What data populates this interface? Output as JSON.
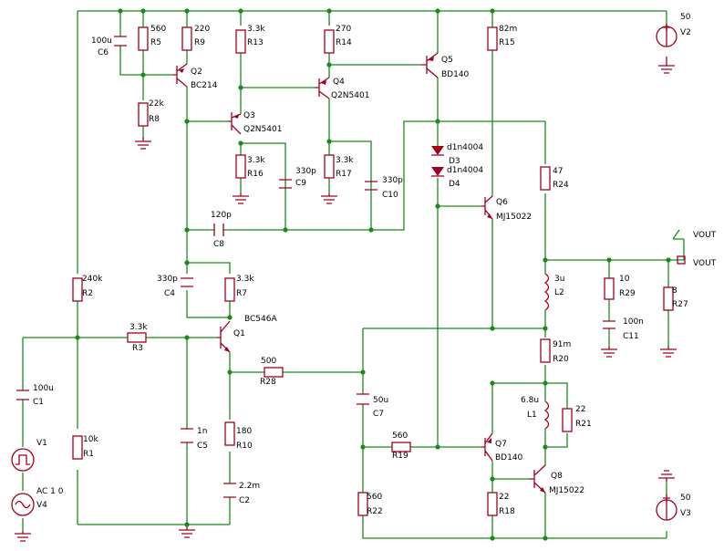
{
  "components": {
    "R1": {
      "ref": "R1",
      "value": "10k"
    },
    "R2": {
      "ref": "R2",
      "value": "240k"
    },
    "R3": {
      "ref": "R3",
      "value": "3.3k"
    },
    "R5": {
      "ref": "R5",
      "value": "560"
    },
    "R7": {
      "ref": "R7",
      "value": "3.3k"
    },
    "R8": {
      "ref": "R8",
      "value": "22k"
    },
    "R9": {
      "ref": "R9",
      "value": "220"
    },
    "R10": {
      "ref": "R10",
      "value": "180"
    },
    "R13": {
      "ref": "R13",
      "value": "3.3k"
    },
    "R14": {
      "ref": "R14",
      "value": "270"
    },
    "R15": {
      "ref": "R15",
      "value": "82m"
    },
    "R16": {
      "ref": "R16",
      "value": "3.3k"
    },
    "R17": {
      "ref": "R17",
      "value": "3.3k"
    },
    "R18": {
      "ref": "R18",
      "value": "22"
    },
    "R19": {
      "ref": "R19",
      "value": "560"
    },
    "R20": {
      "ref": "R20",
      "value": "91m"
    },
    "R21": {
      "ref": "R21",
      "value": "22"
    },
    "R22": {
      "ref": "R22",
      "value": "560"
    },
    "R24": {
      "ref": "R24",
      "value": "47"
    },
    "R27": {
      "ref": "R27",
      "value": "8"
    },
    "R28": {
      "ref": "R28",
      "value": "500"
    },
    "R29": {
      "ref": "R29",
      "value": "10"
    },
    "C1": {
      "ref": "C1",
      "value": "100u"
    },
    "C2": {
      "ref": "C2",
      "value": "2.2m"
    },
    "C4": {
      "ref": "C4",
      "value": "330p"
    },
    "C5": {
      "ref": "C5",
      "value": "1n"
    },
    "C6": {
      "ref": "C6",
      "value": "100u"
    },
    "C7": {
      "ref": "C7",
      "value": "50u"
    },
    "C8": {
      "ref": "C8",
      "value": "120p"
    },
    "C9": {
      "ref": "C9",
      "value": "330p"
    },
    "C10": {
      "ref": "C10",
      "value": "330p"
    },
    "C11": {
      "ref": "C11",
      "value": "100n"
    },
    "L1": {
      "ref": "L1",
      "value": "6.8u"
    },
    "L2": {
      "ref": "L2",
      "value": "3u"
    },
    "Q1": {
      "ref": "Q1",
      "value": "BC546A"
    },
    "Q2": {
      "ref": "Q2",
      "value": "BC214"
    },
    "Q3": {
      "ref": "Q3",
      "value": "Q2N5401"
    },
    "Q4": {
      "ref": "Q4",
      "value": "Q2N5401"
    },
    "Q5": {
      "ref": "Q5",
      "value": "BD140"
    },
    "Q6": {
      "ref": "Q6",
      "value": "MJ15022"
    },
    "Q7": {
      "ref": "Q7",
      "value": "BD140"
    },
    "Q8": {
      "ref": "Q8",
      "value": "MJ15022"
    },
    "D3": {
      "ref": "D3",
      "value": "d1n4004"
    },
    "D4": {
      "ref": "D4",
      "value": "d1n4004"
    },
    "V1": {
      "ref": "V1",
      "value": ""
    },
    "V2": {
      "ref": "V2",
      "value": "50"
    },
    "V3": {
      "ref": "V3",
      "value": "50"
    },
    "V4": {
      "ref": "V4",
      "value": "AC 1 0"
    }
  },
  "labels": {
    "vout_net": "VOUT",
    "vout_port": "VOUT"
  },
  "colors": {
    "wire": "#1a8a1a",
    "component": "#a0001e",
    "text": "#000000"
  }
}
